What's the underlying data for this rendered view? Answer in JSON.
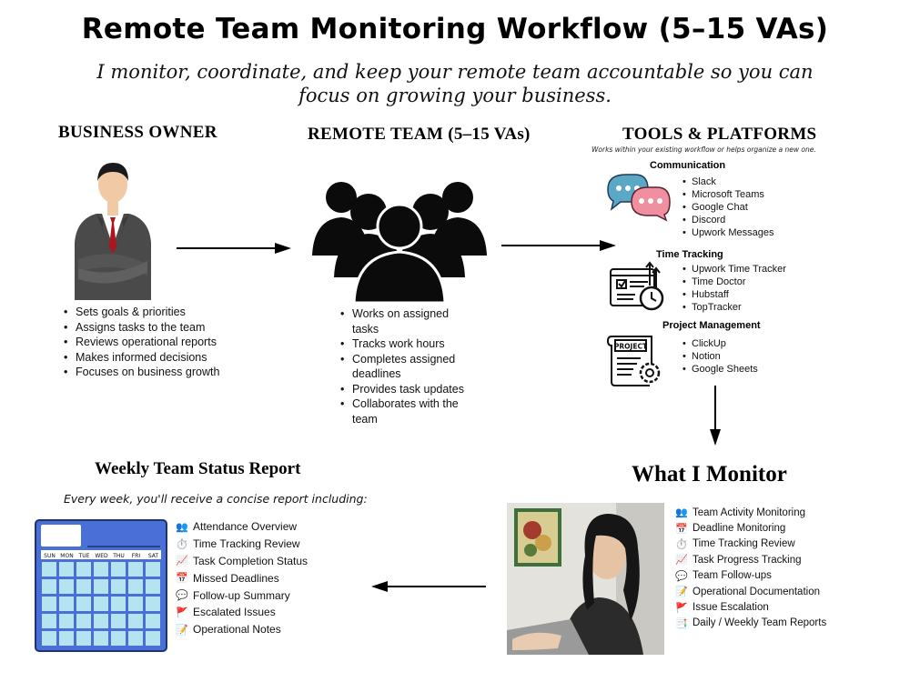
{
  "title": "Remote Team Monitoring Workflow (5–15 VAs)",
  "subtitle": "I monitor, coordinate, and keep your remote team accountable so you can focus on growing your business.",
  "business_owner": {
    "heading": "BUSINESS OWNER",
    "items": [
      "Sets goals & priorities",
      "Assigns tasks to the team",
      "Reviews operational reports",
      "Makes informed decisions",
      "Focuses on business growth"
    ]
  },
  "remote_team": {
    "heading": "REMOTE TEAM (5–15 VAs)",
    "items": [
      "Works on assigned tasks",
      "Tracks work hours",
      "Completes assigned deadlines",
      "Provides task updates",
      "Collaborates with the team"
    ]
  },
  "tools": {
    "heading": "TOOLS & PLATFORMS",
    "note": "Works within your existing workflow or helps organize a new one.",
    "communication": {
      "label": "Communication",
      "items": [
        "Slack",
        "Microsoft Teams",
        "Google Chat",
        "Discord",
        "Upwork Messages"
      ]
    },
    "time_tracking": {
      "label": "Time Tracking",
      "items": [
        "Upwork Time Tracker",
        "Time Doctor",
        "Hubstaff",
        "TopTracker"
      ]
    },
    "project_management": {
      "label": "Project Management",
      "items": [
        "ClickUp",
        "Notion",
        "Google Sheets"
      ],
      "icon_text": "PROJECT"
    }
  },
  "what_i_monitor": {
    "heading": "What I Monitor",
    "items": [
      {
        "icon": "👥",
        "label": "Team Activity Monitoring"
      },
      {
        "icon": "📅",
        "label": "Deadline Monitoring"
      },
      {
        "icon": "⏱️",
        "label": "Time Tracking Review"
      },
      {
        "icon": "📈",
        "label": "Task Progress Tracking"
      },
      {
        "icon": "💬",
        "label": "Team Follow-ups"
      },
      {
        "icon": "📝",
        "label": "Operational Documentation"
      },
      {
        "icon": "🚩",
        "label": "Issue Escalation"
      },
      {
        "icon": "📑",
        "label": "Daily / Weekly Team Reports"
      }
    ]
  },
  "weekly_report": {
    "heading": "Weekly Team Status Report",
    "subtitle": "Every week, you'll receive a concise report including:",
    "items": [
      {
        "icon": "👥",
        "label": "Attendance Overview"
      },
      {
        "icon": "⏱️",
        "label": "Time Tracking Review"
      },
      {
        "icon": "📈",
        "label": "Task Completion Status"
      },
      {
        "icon": "📅",
        "label": "Missed Deadlines"
      },
      {
        "icon": "💬",
        "label": "Follow-up Summary"
      },
      {
        "icon": "🚩",
        "label": "Escalated Issues"
      },
      {
        "icon": "📝",
        "label": "Operational Notes"
      }
    ],
    "calendar_days": [
      "SUN",
      "MON",
      "TUE",
      "WED",
      "THU",
      "FRI",
      "SAT"
    ]
  },
  "colors": {
    "calendar_blue": "#4a6fd6",
    "calendar_cell": "#b5e3ef",
    "bubble_blue": "#5aa7c6",
    "bubble_pink": "#f08fa0",
    "tie_red": "#b0141c"
  }
}
